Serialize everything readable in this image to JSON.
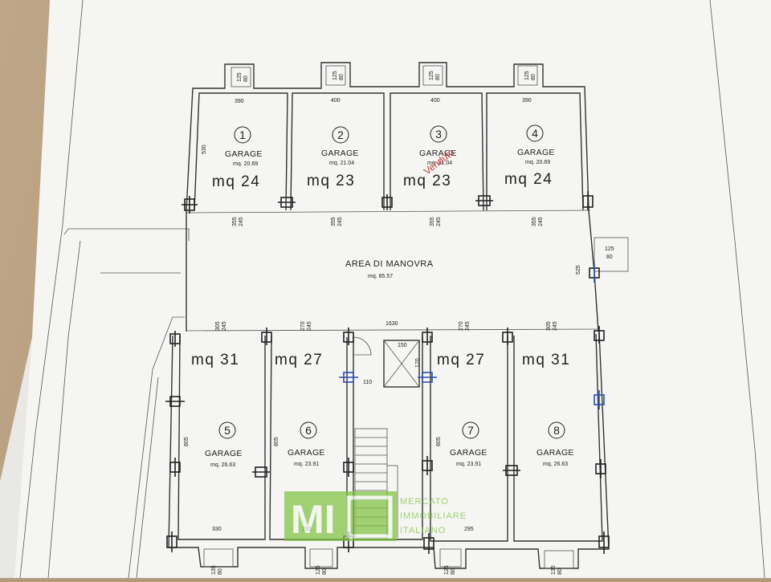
{
  "garages_top": [
    {
      "num": "1",
      "label": "GARAGE",
      "area": "mq. 20.69",
      "hand": "mq 24",
      "width": "390",
      "depth": "530",
      "door": "355",
      "door2": "245",
      "box_a": "125",
      "box_b": "80"
    },
    {
      "num": "2",
      "label": "GARAGE",
      "area": "mq. 21.04",
      "hand": "mq 23",
      "width": "400",
      "door": "355",
      "door2": "245",
      "box_a": "125",
      "box_b": "80"
    },
    {
      "num": "3",
      "label": "GARAGE",
      "area": "mq. 21.04",
      "hand": "mq 23",
      "width": "400",
      "door": "355",
      "door2": "245",
      "box_a": "125",
      "box_b": "80",
      "overlay": "Venduto"
    },
    {
      "num": "4",
      "label": "GARAGE",
      "area": "mq. 20.69",
      "hand": "mq 24",
      "width": "390",
      "door": "355",
      "door2": "245",
      "box_a": "125",
      "box_b": "80"
    }
  ],
  "garages_bottom": [
    {
      "num": "5",
      "label": "GARAGE",
      "area": "mq. 26.63",
      "hand": "mq 31",
      "depth": "805",
      "width": "330",
      "door": "305",
      "door2": "245",
      "box_a": "135",
      "box_b": "80"
    },
    {
      "num": "6",
      "label": "GARAGE",
      "area": "mq. 23.91",
      "hand": "mq 27",
      "depth": "805",
      "width": "295",
      "door": "270",
      "door2": "245",
      "box_a": "125",
      "box_b": "80"
    },
    {
      "num": "7",
      "label": "GARAGE",
      "area": "mq. 23.91",
      "hand": "mq 27",
      "depth": "805",
      "width": "295",
      "door": "270",
      "door2": "245",
      "box_a": "125",
      "box_b": "80"
    },
    {
      "num": "8",
      "label": "GARAGE",
      "area": "mq. 26.63",
      "hand": "mq 31",
      "width": "",
      "door": "305",
      "door2": "245",
      "box_a": "135",
      "box_b": "80"
    }
  ],
  "manoeuvre": {
    "label": "AREA DI MANOVRA",
    "area": "mq. 85.57",
    "length": "1630",
    "side": "525",
    "box_a": "125",
    "box_b": "80"
  },
  "stair_core": {
    "a": "150",
    "b": "170",
    "c": "110"
  },
  "watermark": {
    "lines": [
      "MERCATO",
      "IMMOBILIARE",
      "ITALIANO"
    ],
    "color": "#7fc241"
  },
  "colors": {
    "paper": "#f4f4f2",
    "desk": "#b49a7c",
    "line": "#333333",
    "mark_blue": "#2f4fa8",
    "green": "#7fc241",
    "red_stamp": "#c43a3a"
  }
}
